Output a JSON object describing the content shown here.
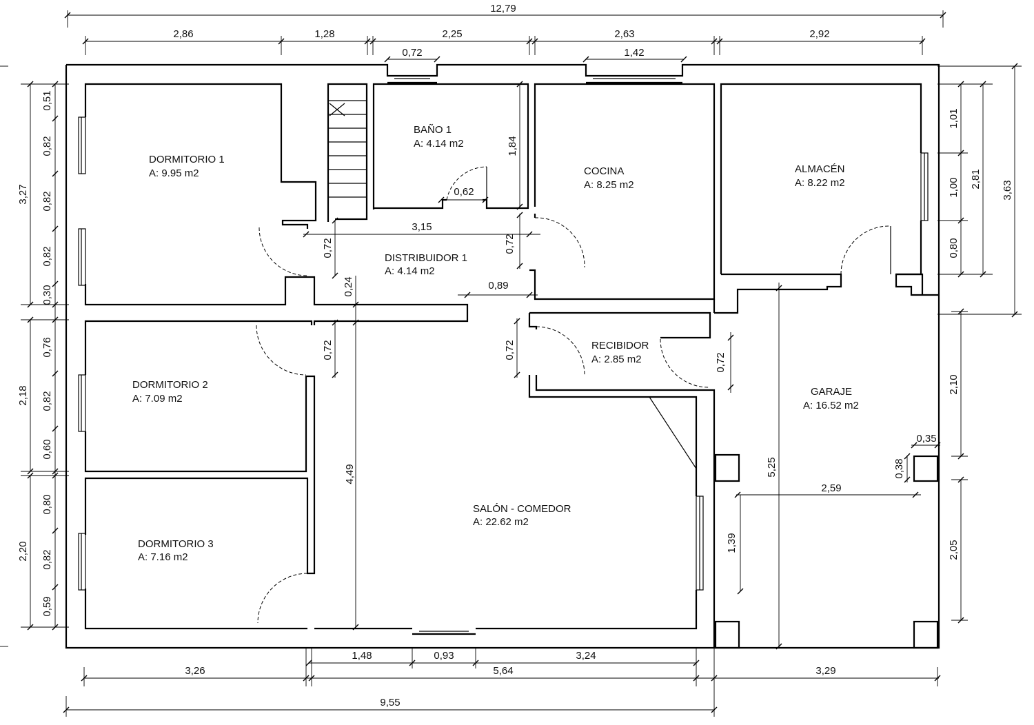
{
  "rooms": [
    {
      "name": "DORMITORIO 1",
      "area": "A: 9.95 m2"
    },
    {
      "name": "BAÑO 1",
      "area": "A: 4.14 m2"
    },
    {
      "name": "COCINA",
      "area": "A: 8.25 m2"
    },
    {
      "name": "ALMACÉN",
      "area": "A: 8.22 m2"
    },
    {
      "name": "DISTRIBUIDOR 1",
      "area": "A: 4.14 m2"
    },
    {
      "name": "RECIBIDOR",
      "area": "A: 2.85 m2"
    },
    {
      "name": "GARAJE",
      "area": "A: 16.52 m2"
    },
    {
      "name": "DORMITORIO 2",
      "area": "A: 7.09 m2"
    },
    {
      "name": "SALÓN - COMEDOR",
      "area": "A: 22.62 m2"
    },
    {
      "name": "DORMITORIO 3",
      "area": "A: 7.16 m2"
    }
  ],
  "dims": {
    "top_total": "12,79",
    "top_a": "2,86",
    "top_b": "1,28",
    "top_c": "2,25",
    "top_d": "2,63",
    "top_e": "2,92",
    "win_bano": "0,72",
    "win_cocina": "1,42",
    "bano_h": "1,84",
    "bano_door": "0,62",
    "dist_w": "3,15",
    "dist_h1": "0,72",
    "dist_h2": "0,72",
    "dist_d": "0,24",
    "dist_e": "0,89",
    "door_d2": "0,72",
    "door_rec_l": "0,72",
    "door_rec_r": "0,72",
    "salon_h": "4,49",
    "garaje_h": "5,25",
    "pillar_w": "0,35",
    "pillar_h": "0,38",
    "garaje_w": "2,59",
    "garaje_open": "1,39",
    "left_a": "3,27",
    "left_b": "2,18",
    "left_c": "2,20",
    "left_1": "0,51",
    "left_2": "0,82",
    "left_3": "0,82",
    "left_4": "0,82",
    "left_5": "0,30",
    "left_6": "0,76",
    "left_7": "0,82",
    "left_8": "0,60",
    "left_9": "0,80",
    "left_10": "0,82",
    "left_11": "0,59",
    "right_1": "1,01",
    "right_2": "1,00",
    "right_3": "0,80",
    "right_tot_a": "2,81",
    "right_tot_b": "3,63",
    "right_4": "2,10",
    "right_5": "2,05",
    "bot_a": "1,48",
    "bot_b": "0,93",
    "bot_c": "3,24",
    "bot_d": "3,26",
    "bot_e": "5,64",
    "bot_f": "3,29",
    "bot_total": "9,55"
  }
}
